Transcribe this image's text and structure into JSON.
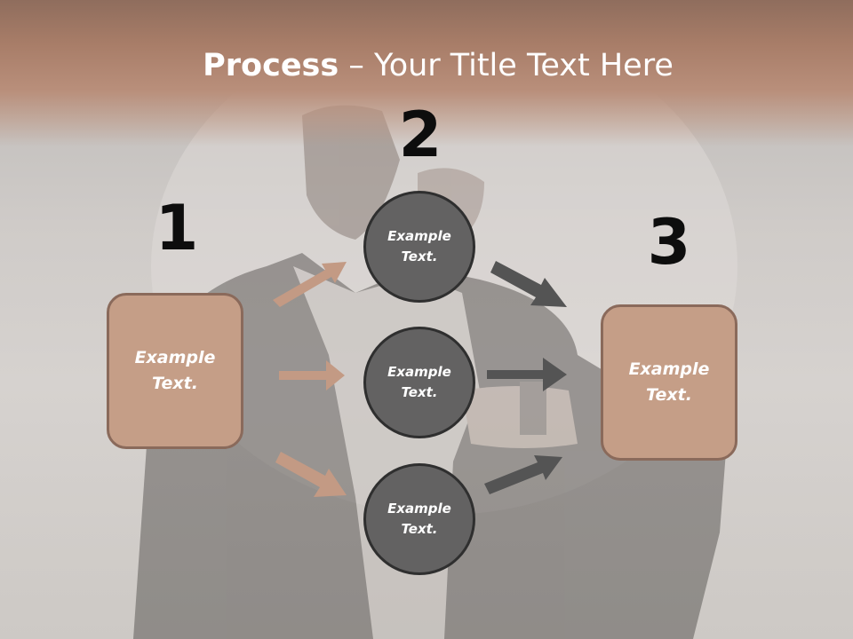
{
  "title": {
    "bold": "Process",
    "rest": " – Your Title Text Here"
  },
  "steps": {
    "one": "1",
    "two": "2",
    "three": "3"
  },
  "left_box": {
    "text": "Example\nText."
  },
  "right_box": {
    "text": "Example\nText."
  },
  "circles": [
    {
      "text": "Example\nText."
    },
    {
      "text": "Example\nText."
    },
    {
      "text": "Example\nText."
    }
  ],
  "colors": {
    "box_fill": "#c59e87",
    "box_border": "#8a6a5b",
    "circle_fill": "#636262",
    "circle_border": "#2f2f2f",
    "arrow_left": "#c39a84",
    "arrow_right": "#545454"
  }
}
